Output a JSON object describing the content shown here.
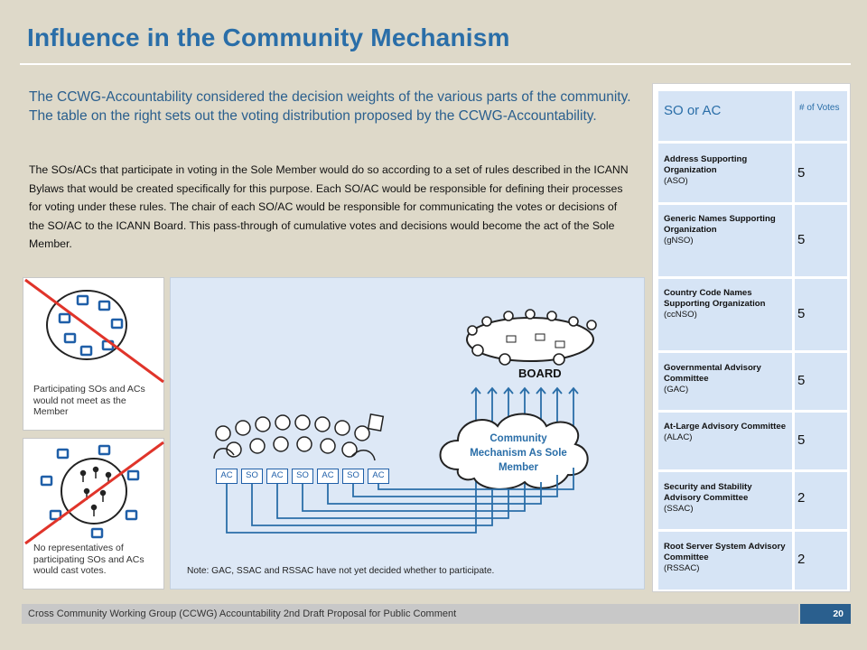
{
  "title": "Influence in the Community Mechanism",
  "lead": "The CCWG-Accountability considered the decision weights of the various parts of the community. The table on the right sets out the voting distribution proposed by the CCWG-Accountability.",
  "body": "The SOs/ACs that participate in voting in the Sole Member would do so according to a set of rules described in the ICANN Bylaws that would be created specifically for this purpose. Each SO/AC would be responsible for defining their processes for voting under these rules. The chair of each SO/AC would be responsible  for communicating the votes or decisions of the SO/AC to the ICANN Board. This pass-through of cumulative votes and decisions would become the act of the Sole Member.",
  "panels": {
    "a_caption": "Participating SOs and ACs would not meet as the Member",
    "b_caption": "No representatives of participating SOs and ACs would cast votes."
  },
  "diagram": {
    "board_label": "BOARD",
    "cloud_label": "Community Mechanism As Sole Member",
    "chips": [
      "AC",
      "SO",
      "AC",
      "SO",
      "AC",
      "SO",
      "AC"
    ],
    "note": "Note: GAC, SSAC and RSSAC have not yet decided whether to participate."
  },
  "table": {
    "header_col1": "SO or AC",
    "header_col2": "# of Votes",
    "rows": [
      {
        "name": "Address Supporting Organization",
        "abbr": "(ASO)",
        "votes": "5"
      },
      {
        "name": "Generic Names Supporting Organization",
        "abbr": "(gNSO)",
        "votes": "5"
      },
      {
        "name": "Country Code Names Supporting Organization",
        "abbr": "(ccNSO)",
        "votes": "5"
      },
      {
        "name": "Governmental Advisory Committee",
        "abbr": "(GAC)",
        "votes": "5"
      },
      {
        "name": "At-Large Advisory Committee",
        "abbr": "(ALAC)",
        "votes": "5"
      },
      {
        "name": "Security and Stability Advisory Committee",
        "abbr": "(SSAC)",
        "votes": "2"
      },
      {
        "name": "Root Server System Advisory Committee",
        "abbr": "(RSSAC)",
        "votes": "2"
      }
    ]
  },
  "footer": {
    "text": "Cross Community Working Group (CCWG) Accountability 2nd Draft Proposal for Public Comment",
    "page": "20"
  },
  "colors": {
    "title_blue": "#2a6ea8",
    "cell_blue": "#d6e4f5",
    "diagram_bg": "#dde8f6",
    "cross_red": "#e0342a",
    "icon_blue": "#1f5fa8"
  }
}
